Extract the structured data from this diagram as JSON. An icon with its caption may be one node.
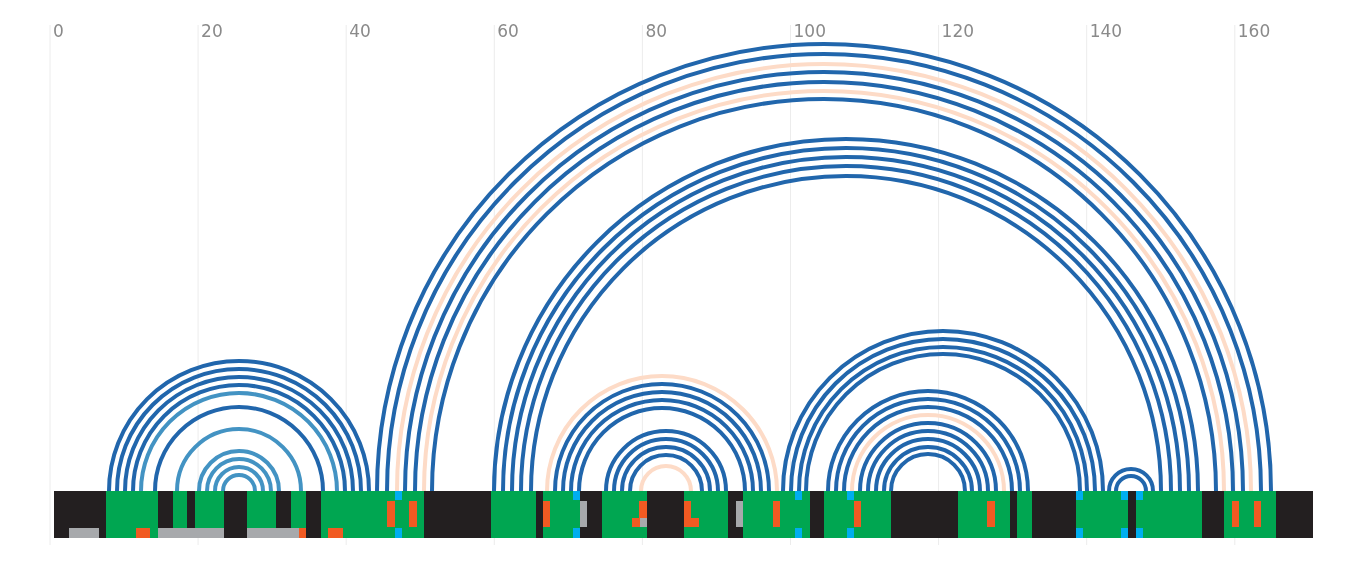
{
  "diagram": {
    "labels": [
      "0",
      "20",
      "40",
      "60",
      "80",
      "100",
      "120",
      "140",
      "160"
    ]
  }
}
